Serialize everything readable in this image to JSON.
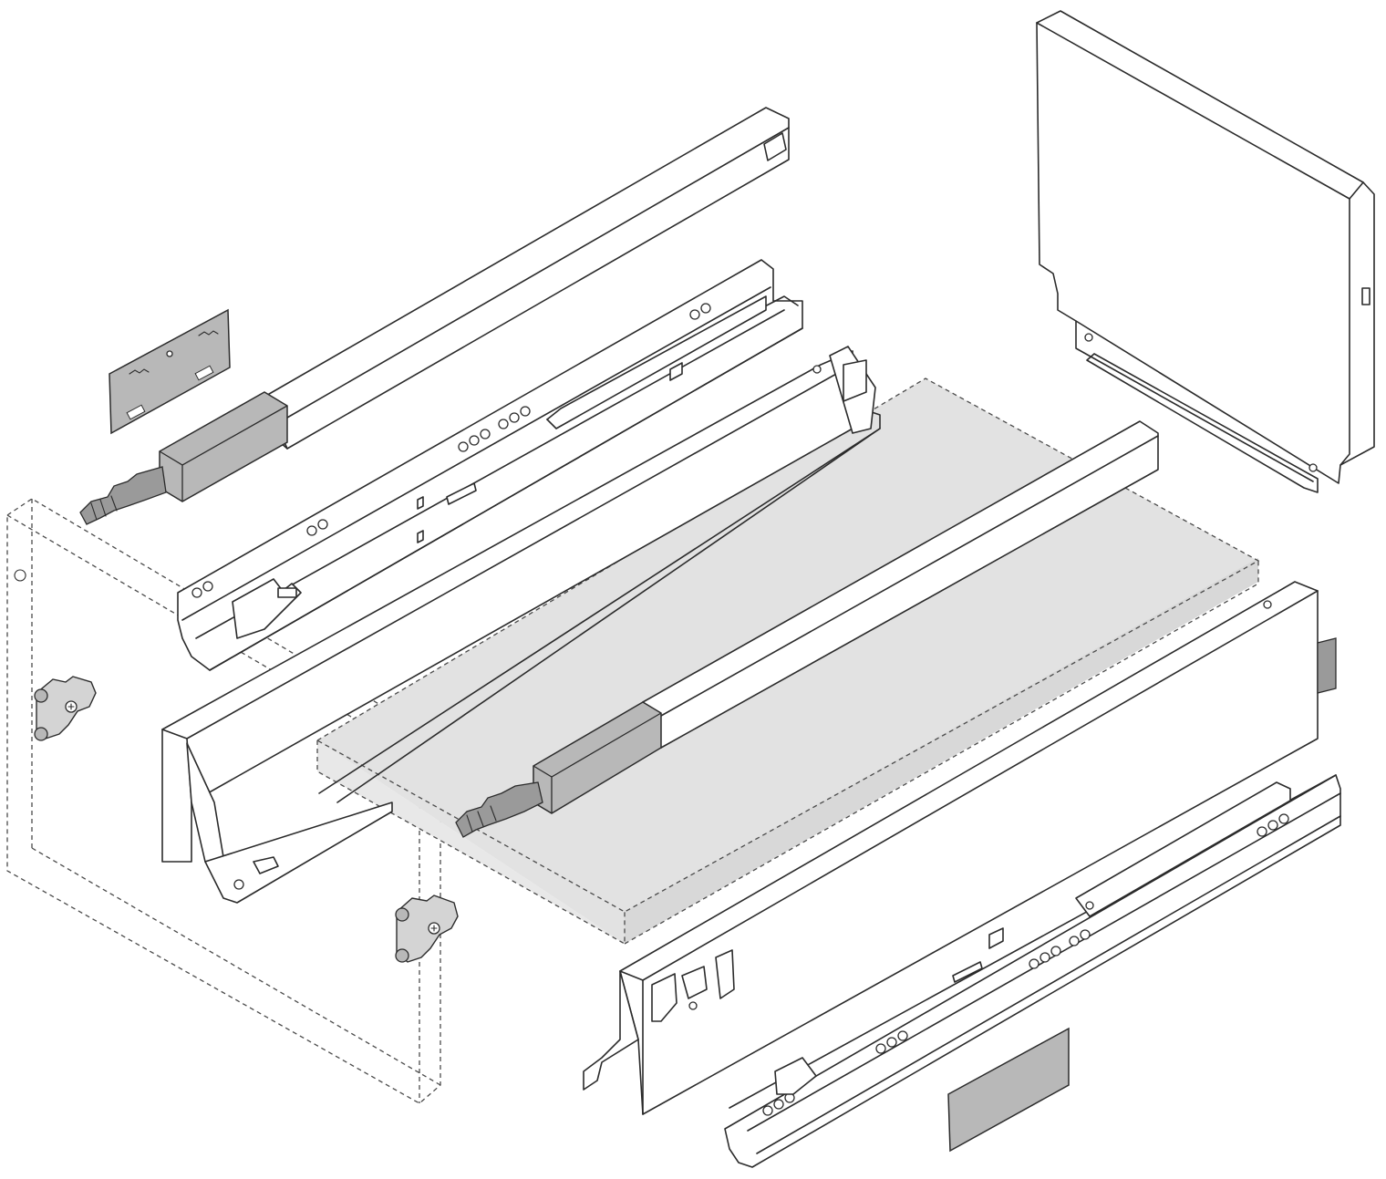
{
  "diagram": {
    "type": "exploded-assembly",
    "colors": {
      "line": "#2b2b2b",
      "dashed_line": "#4a4a4a",
      "panel_fill": "#e2e2e2",
      "part_fill": "#b8b8b8",
      "part_dark": "#8c8c8c",
      "background": "#ffffff"
    },
    "parts": [
      "cabinet-outline",
      "back-panel",
      "upper-rail-with-tip-on-unit",
      "upper-runner",
      "left-drawer-side",
      "bottom-panel",
      "front-rail-with-tip-on-unit",
      "right-drawer-side",
      "lower-runner",
      "front-fixing-clip-upper",
      "front-fixing-clip-lower",
      "cover-cap-upper",
      "cover-cap-lower"
    ]
  }
}
